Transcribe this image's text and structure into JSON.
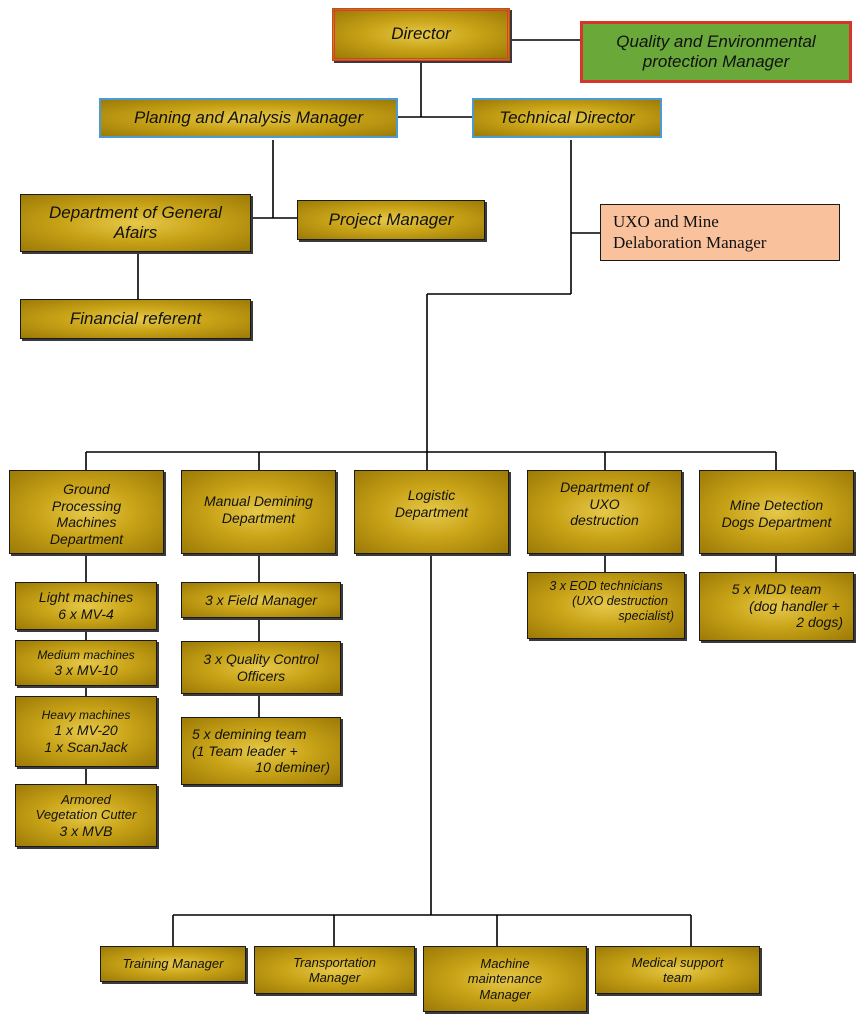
{
  "director": "Director",
  "quality_manager": [
    "Quality and Environmental",
    "protection Manager"
  ],
  "planning_manager": "Planing and Analysis Manager",
  "technical_director": "Technical Director",
  "general_affairs": [
    "Department of General",
    "Afairs"
  ],
  "project_manager": "Project Manager",
  "financial_referent": "Financial referent",
  "uxo_mine_manager": [
    "UXO and Mine",
    "Delaboration Manager"
  ],
  "departments": {
    "ground_processing": {
      "title": [
        "Ground",
        "Processing",
        "Machines",
        "Department"
      ],
      "units": [
        [
          "Light machines",
          "6 x MV-4"
        ],
        [
          "Medium machines",
          "3 x MV-10"
        ],
        [
          "Heavy machines",
          "1 x MV-20",
          "1 x ScanJack"
        ],
        [
          "Armored",
          "Vegetation Cutter",
          "3 x MVB"
        ]
      ]
    },
    "manual_demining": {
      "title": [
        "Manual Demining",
        "Department"
      ],
      "units": [
        [
          "3 x Field Manager"
        ],
        [
          "3 x Quality Control",
          "Officers"
        ],
        [
          "5 x demining team",
          "(1 Team leader +",
          "10 deminer)"
        ]
      ]
    },
    "logistic": {
      "title": [
        "Logistic",
        "Department"
      ],
      "units": [
        [
          "Training Manager"
        ],
        [
          "Transportation",
          "Manager"
        ],
        [
          "Machine",
          "maintenance",
          "Manager"
        ],
        [
          "Medical support",
          "team"
        ]
      ]
    },
    "uxo_destruction": {
      "title": [
        "Department of",
        "UXO",
        "destruction"
      ],
      "units": [
        [
          "3 x EOD technicians",
          "(UXO destruction",
          "specialist)"
        ]
      ]
    },
    "mine_detection_dogs": {
      "title": [
        "Mine Detection",
        "Dogs Department"
      ],
      "units": [
        [
          "5 x MDD team",
          "(dog handler +",
          "2 dogs)"
        ]
      ]
    }
  }
}
